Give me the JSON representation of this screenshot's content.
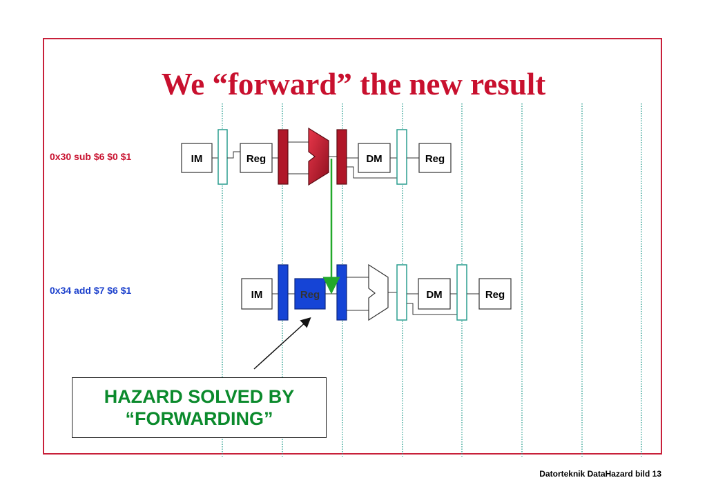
{
  "slide": {
    "title": "We “forward” the new result",
    "footer": "Datorteknik DataHazard bild 13"
  },
  "instructions": {
    "first": "0x30 sub $6 $0 $1",
    "second": "0x34 add $7 $6 $1"
  },
  "pipeline_blocks": {
    "im": "IM",
    "reg": "Reg",
    "dm": "DM"
  },
  "callout": {
    "line1": "HAZARD SOLVED BY",
    "line2": "“FORWARDING”"
  },
  "colors": {
    "title": "#c8102e",
    "first_instruction": "#c8102e",
    "second_instruction": "#1a3fcc",
    "active_stage_red": "#b01628",
    "active_stage_blue": "#1544d6",
    "forward_arrow": "#22a82a",
    "cycle_lines": "#2a9d8f",
    "callout_text": "#0b8a2c"
  }
}
